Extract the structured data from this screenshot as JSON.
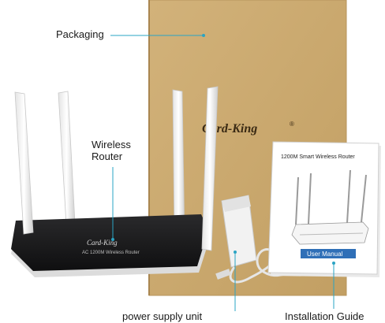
{
  "labels": {
    "packaging": "Packaging",
    "router_line1": "Wireless",
    "router_line2": "Router",
    "psu": "power supply unit",
    "guide": "Installation Guide"
  },
  "box": {
    "brand": "Card-King",
    "trademark": "®"
  },
  "router": {
    "brand": "Card-King",
    "model": "AC 1200M Wireless Router"
  },
  "manual": {
    "title": "1200M Smart Wireless Router",
    "button": "User Manual"
  },
  "colors": {
    "callout_line": "#2aa4c4",
    "callout_dot": "#2aa4c4",
    "box": "#c9a870",
    "router_body": "#1b1b1d",
    "manual_button": "#2f6fb7"
  }
}
